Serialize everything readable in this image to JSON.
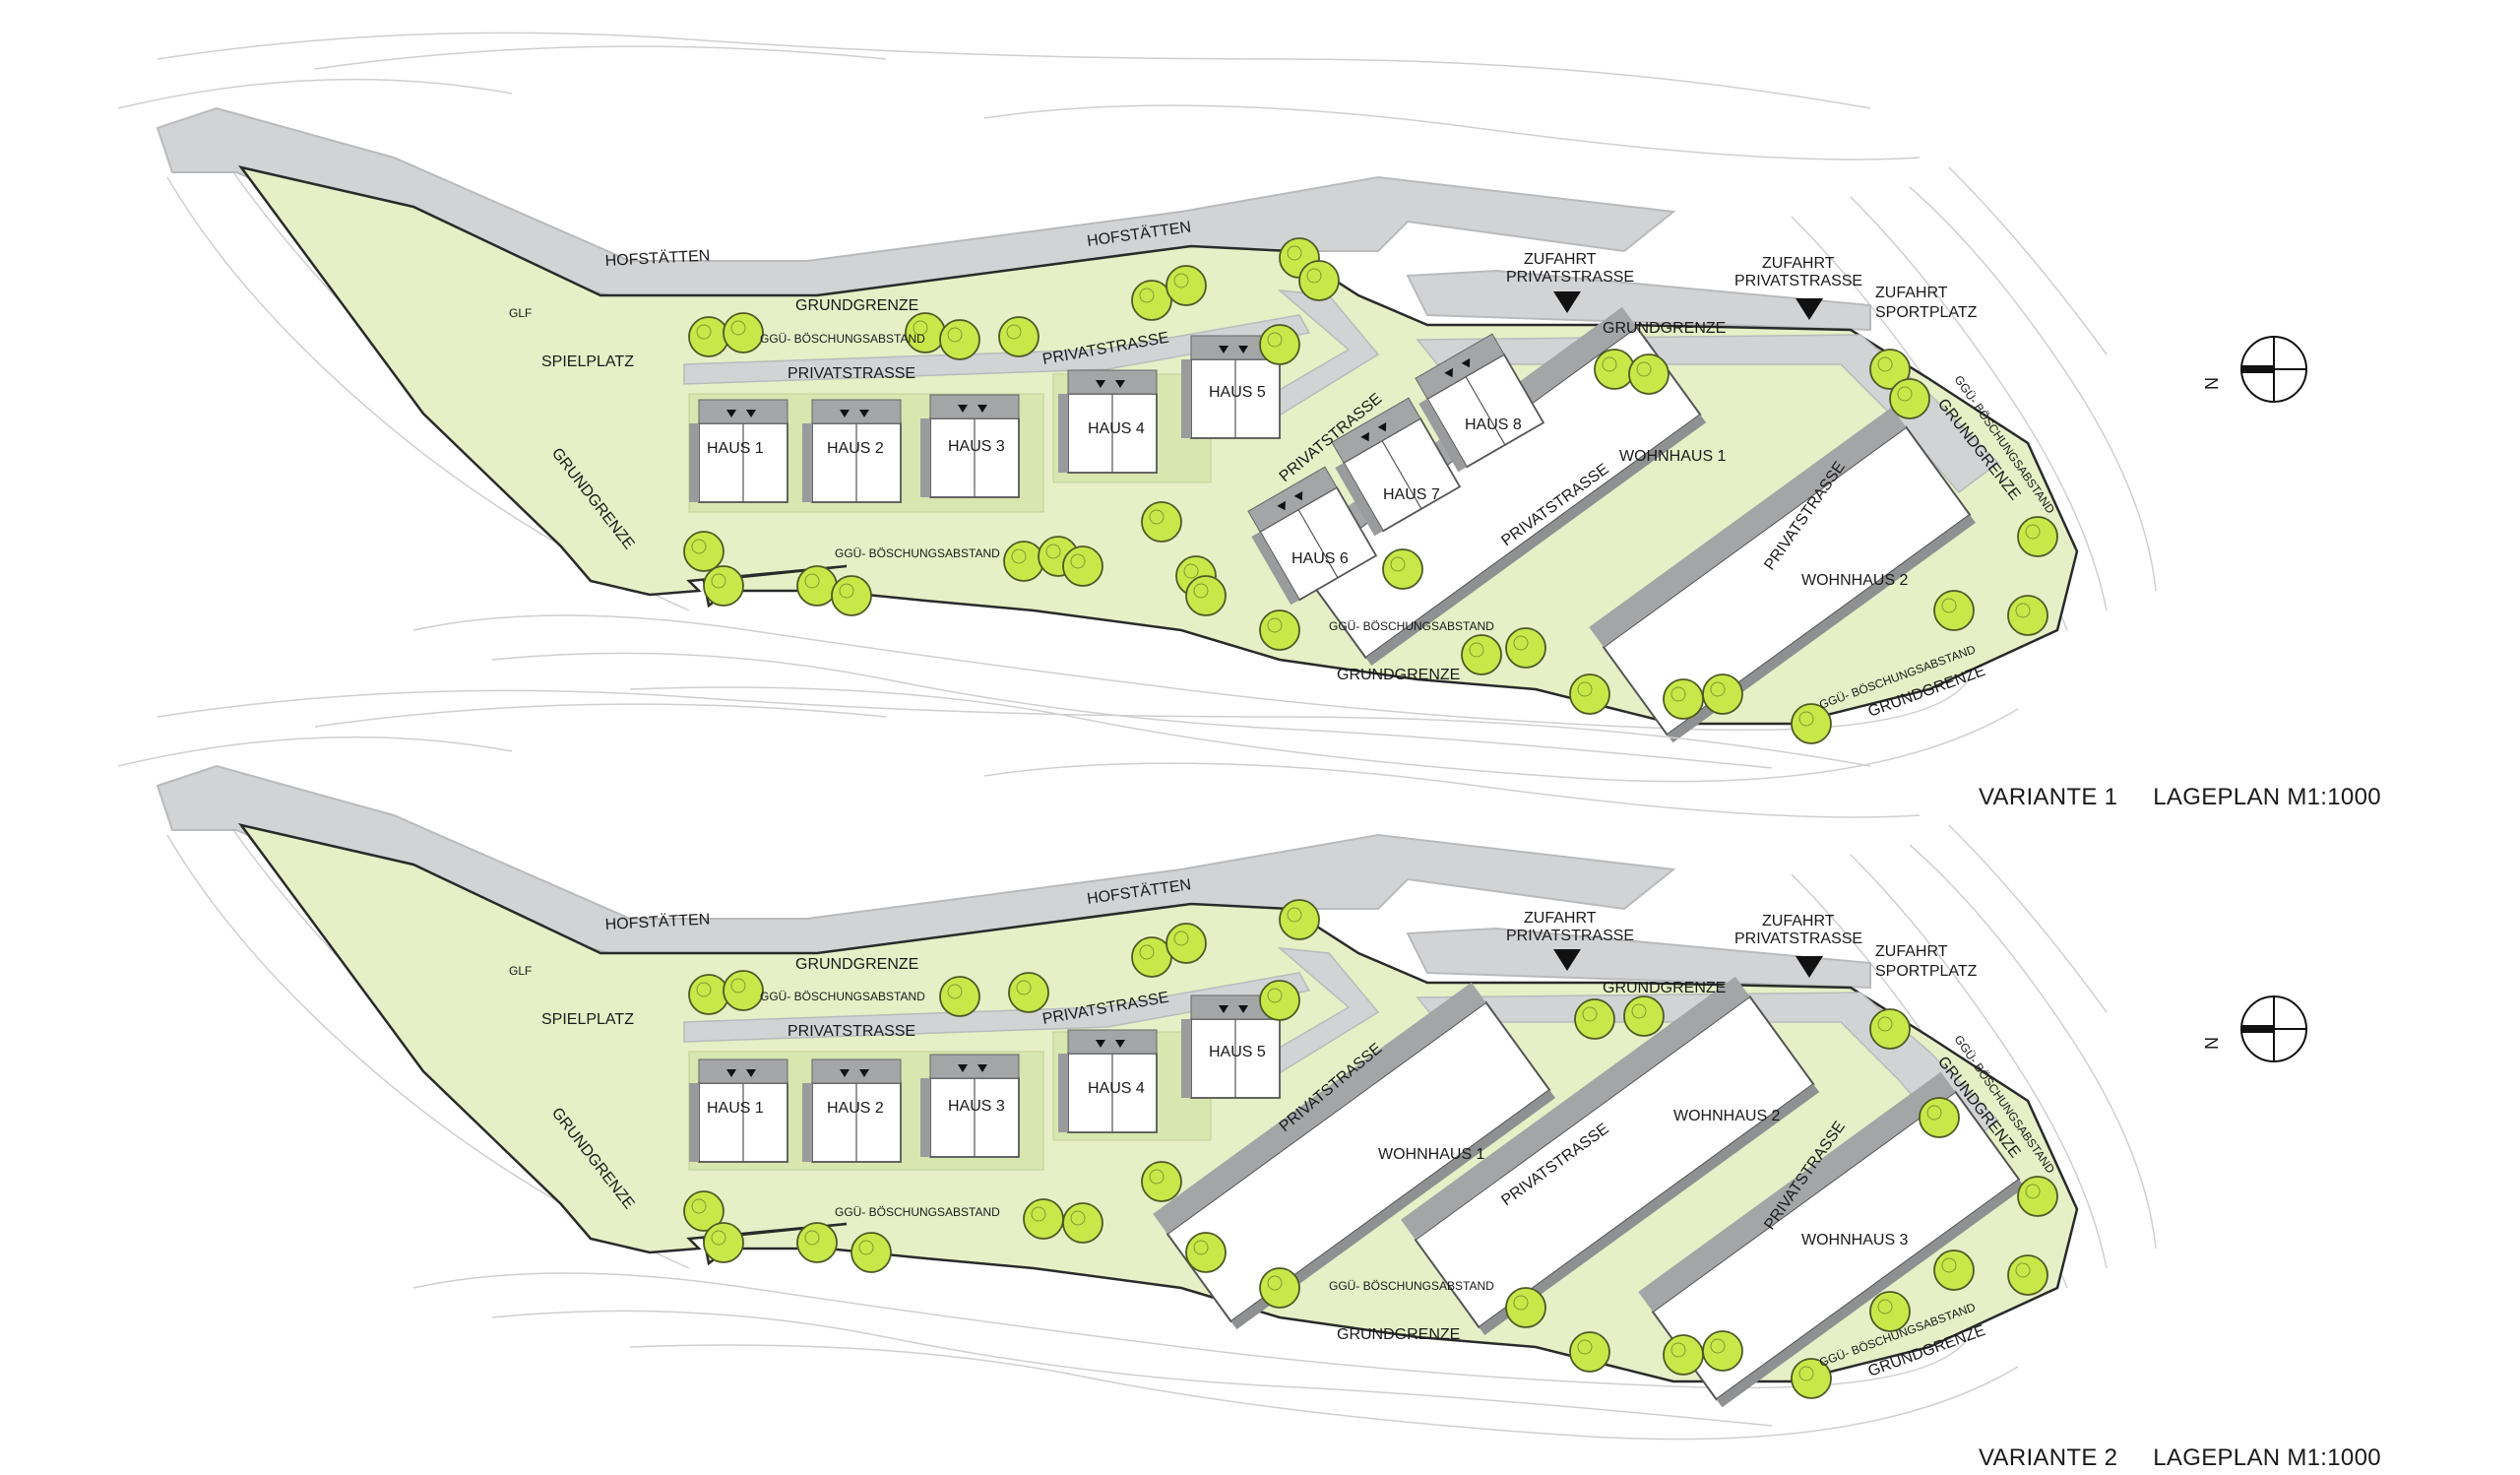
{
  "colors": {
    "road": "#d2d3d5",
    "road_stroke": "#b9babc",
    "lawn": "#e6efc6",
    "lawn_dark": "#d8e6b0",
    "tree": "#c8e84a",
    "tree_stroke": "#4e5a24",
    "building": "#ffffff",
    "building_shadow": "#8f9092",
    "contour": "#c9c9c9"
  },
  "variant1": {
    "caption": {
      "name": "VARIANTE 1",
      "scale": "LAGEPLAN M1:1000"
    },
    "labels": {
      "hofstaetten_1": "HOFSTÄTTEN",
      "hofstaetten_2": "HOFSTÄTTEN",
      "zufahrt_1": [
        "ZUFAHRT",
        "PRIVATSTRASSE"
      ],
      "zufahrt_2": [
        "ZUFAHRT",
        "PRIVATSTRASSE"
      ],
      "zufahrt_sport": [
        "ZUFAHRT",
        "SPORTPLATZ"
      ],
      "grundgrenze_top": "GRUNDGRENZE",
      "grundgrenze_mid": "GRUNDGRENZE",
      "grundgrenze_left": "GRUNDGRENZE",
      "grundgrenze_bottom": "GRUNDGRENZE",
      "grundgrenze_right": "GRUNDGRENZE",
      "grundgrenze_br": "GRUNDGRENZE",
      "glf": "GLF",
      "spielplatz": "SPIELPLATZ",
      "ggu_top": "GGÜ- BÖSCHUNGSABSTAND",
      "ggu_mid": "GGÜ- BÖSCHUNGSABSTAND",
      "ggu_bottom": "GGÜ- BÖSCHUNGSABSTAND",
      "ggu_right": "GGÜ- BÖSCHUNGSABSTAND",
      "ggu_br": "GGÜ- BÖSCHUNGSABSTAND",
      "privat_1": "PRIVATSTRASSE",
      "privat_2": "PRIVATSTRASSE",
      "privat_3": "PRIVATSTRASSE",
      "privat_4": "PRIVATSTRASSE",
      "privat_5": "PRIVATSTRASSE",
      "haus_1": "HAUS 1",
      "haus_2": "HAUS 2",
      "haus_3": "HAUS 3",
      "haus_4": "HAUS 4",
      "haus_5": "HAUS 5",
      "haus_6": "HAUS 6",
      "haus_7": "HAUS 7",
      "haus_8": "HAUS 8",
      "wohnhaus_1": "WOHNHAUS 1",
      "wohnhaus_2": "WOHNHAUS 2"
    }
  },
  "variant2": {
    "caption": {
      "name": "VARIANTE 2",
      "scale": "LAGEPLAN M1:1000"
    },
    "labels": {
      "hofstaetten_1": "HOFSTÄTTEN",
      "hofstaetten_2": "HOFSTÄTTEN",
      "zufahrt_1": [
        "ZUFAHRT",
        "PRIVATSTRASSE"
      ],
      "zufahrt_2": [
        "ZUFAHRT",
        "PRIVATSTRASSE"
      ],
      "zufahrt_sport": [
        "ZUFAHRT",
        "SPORTPLATZ"
      ],
      "grundgrenze_top": "GRUNDGRENZE",
      "grundgrenze_mid": "GRUNDGRENZE",
      "grundgrenze_left": "GRUNDGRENZE",
      "grundgrenze_bottom": "GRUNDGRENZE",
      "grundgrenze_right": "GRUNDGRENZE",
      "grundgrenze_br": "GRUNDGRENZE",
      "glf": "GLF",
      "spielplatz": "SPIELPLATZ",
      "ggu_top": "GGÜ- BÖSCHUNGSABSTAND",
      "ggu_mid": "GGÜ- BÖSCHUNGSABSTAND",
      "ggu_bottom": "GGÜ- BÖSCHUNGSABSTAND",
      "ggu_right": "GGÜ- BÖSCHUNGSABSTAND",
      "ggu_br": "GGÜ- BÖSCHUNGSABSTAND",
      "privat_1": "PRIVATSTRASSE",
      "privat_2": "PRIVATSTRASSE",
      "privat_3": "PRIVATSTRASSE",
      "privat_4": "PRIVATSTRASSE",
      "privat_5": "PRIVATSTRASSE",
      "haus_1": "HAUS 1",
      "haus_2": "HAUS 2",
      "haus_3": "HAUS 3",
      "haus_4": "HAUS 4",
      "haus_5": "HAUS 5",
      "wohnhaus_1": "WOHNHAUS 1",
      "wohnhaus_2": "WOHNHAUS 2",
      "wohnhaus_3": "WOHNHAUS 3"
    }
  },
  "north_label": "N",
  "icons": [
    "north-arrow-icon",
    "access-arrow-icon",
    "tree-icon"
  ]
}
